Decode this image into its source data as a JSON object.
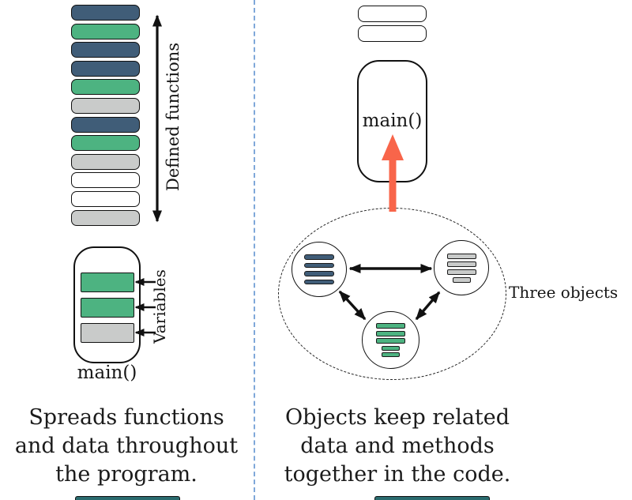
{
  "colors": {
    "navy": "#405d78",
    "green": "#4db381",
    "gray": "#c9cbca",
    "orange_arrow": "#f8654a",
    "divider_blue": "#7fa8d9",
    "teal_bar": "#2a6b6e",
    "stroke_black": "#111111"
  },
  "left_panel": {
    "defined_functions_label": "Defined functions",
    "function_stack": [
      "navy",
      "green",
      "navy",
      "navy",
      "green",
      "gray",
      "navy",
      "green",
      "gray",
      "white",
      "white",
      "gray"
    ],
    "main_box": {
      "label": "main()",
      "bars": [
        {
          "color": "green",
          "size": "big"
        },
        {
          "color": "green",
          "size": "big"
        },
        {
          "color": "gray",
          "size": "big"
        }
      ],
      "variables_label": "Variables"
    },
    "caption_lines": [
      "Spreads functions",
      "and data throughout",
      "the program."
    ]
  },
  "right_panel": {
    "top_pills": [
      "white",
      "white"
    ],
    "main_box_label": "main()",
    "objects_label": "Three objects",
    "circles": [
      {
        "id": "navy-object",
        "bars": [
          {
            "color": "navy",
            "size": "wide"
          },
          {
            "color": "navy",
            "size": "wide"
          },
          {
            "color": "navy",
            "size": "wide"
          },
          {
            "color": "navy",
            "size": "wide"
          }
        ]
      },
      {
        "id": "gray-object",
        "bars": [
          {
            "color": "gray",
            "size": "wide"
          },
          {
            "color": "gray",
            "size": "wide"
          },
          {
            "color": "gray",
            "size": "wide"
          },
          {
            "color": "gray",
            "size": "narrow"
          }
        ]
      },
      {
        "id": "green-object",
        "bars": [
          {
            "color": "green",
            "size": "wide"
          },
          {
            "color": "green",
            "size": "wide"
          },
          {
            "color": "green",
            "size": "wide"
          },
          {
            "color": "green",
            "size": "narrow"
          },
          {
            "color": "green",
            "size": "narrow"
          }
        ]
      }
    ],
    "caption_lines": [
      "Objects keep related",
      "data and methods",
      "together in the code."
    ]
  }
}
